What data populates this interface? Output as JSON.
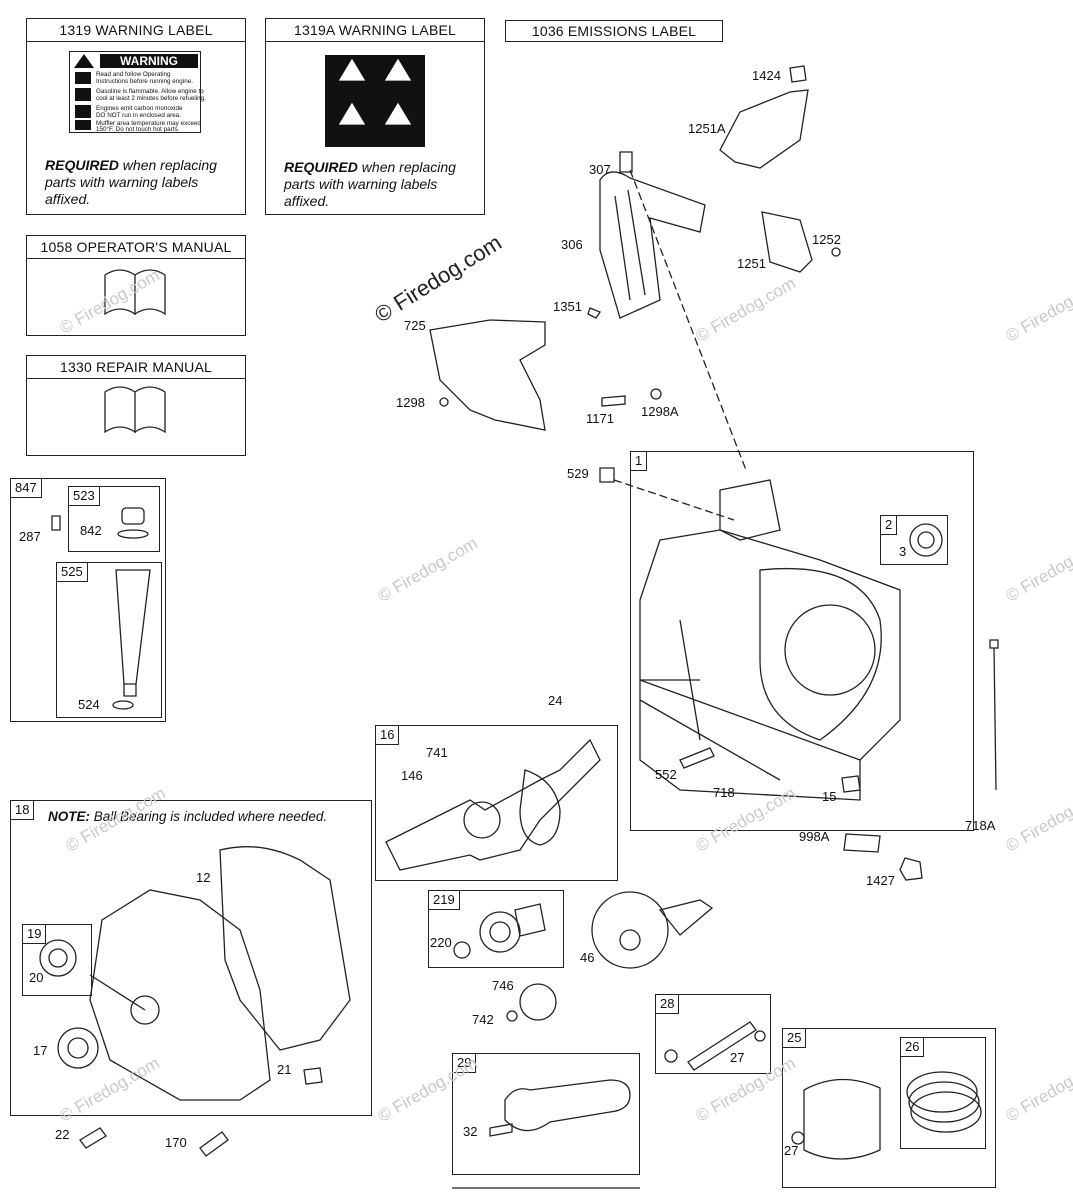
{
  "boxes": {
    "warning_1319": "1319 WARNING LABEL",
    "warning_1319a": "1319A WARNING LABEL",
    "emissions_1036": "1036 EMISSIONS LABEL",
    "manual_1058": "1058 OPERATOR'S MANUAL",
    "manual_1330": "1330 REPAIR MANUAL"
  },
  "warning_card": {
    "title": "WARNING",
    "lines": [
      "Read and follow Operating",
      "Instructions before running engine.",
      "Gasoline is flammable. Allow engine to",
      "cool at least 2 minutes before refueling.",
      "Engines emit carbon monoxide",
      "DO NOT run in enclosed area.",
      "Muffler area temperature may exceed",
      "150°F. Do not touch hot parts."
    ]
  },
  "required": {
    "bold": "REQUIRED",
    "line1": " when replacing",
    "line2": "parts with warning labels",
    "line3": "affixed."
  },
  "note": {
    "bold": "NOTE:",
    "text": " Ball Bearing is included where needed."
  },
  "watermark": "© Firedog.com",
  "callouts": {
    "b847": "847",
    "b523": "523",
    "b525": "525",
    "b1": "1",
    "b2": "2",
    "b16": "16",
    "b18": "18",
    "b19": "19",
    "b219": "219",
    "b28": "28",
    "b29": "29",
    "b25": "25",
    "b26": "26"
  },
  "labels": {
    "l1424": "1424",
    "l1251A": "1251A",
    "l307": "307",
    "l306": "306",
    "l1252": "1252",
    "l1251": "1251",
    "l1351": "1351",
    "l725": "725",
    "l1298": "1298",
    "l1171": "1171",
    "l1298A": "1298A",
    "l529": "529",
    "l3": "3",
    "l287": "287",
    "l842": "842",
    "l524": "524",
    "l24": "24",
    "l741": "741",
    "l146": "146",
    "l552": "552",
    "l718": "718",
    "l15": "15",
    "l718A": "718A",
    "l998A": "998A",
    "l1427": "1427",
    "l12": "12",
    "l20": "20",
    "l17": "17",
    "l21": "21",
    "l22": "22",
    "l170": "170",
    "l220": "220",
    "l46": "46",
    "l746": "746",
    "l742": "742",
    "l27a": "27",
    "l32": "32",
    "l27b": "27"
  }
}
